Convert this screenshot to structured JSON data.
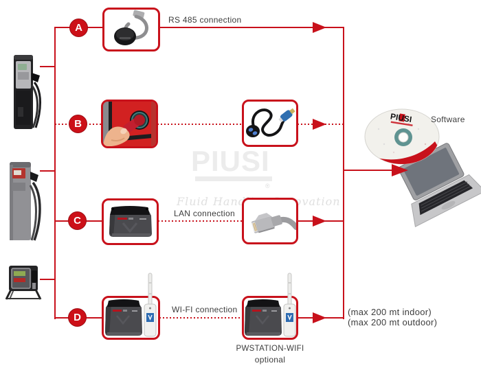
{
  "colors": {
    "accent": "#c8111b",
    "text": "#3c3c3c",
    "watermark": "#ececec"
  },
  "watermark": {
    "brand": "PIUSI",
    "registered": "®",
    "tagline": "Fluid Handling Innovation"
  },
  "rows": [
    {
      "letter": "A",
      "label": "RS 485 connection"
    },
    {
      "letter": "B",
      "label": ""
    },
    {
      "letter": "C",
      "label": "LAN connection"
    },
    {
      "letter": "D",
      "label": "WI-FI connection"
    }
  ],
  "wifi_station": {
    "name": "PWSTATION-WIFI",
    "note": "optional"
  },
  "output": {
    "software_label": "Software",
    "cd_brand": "PIUSI",
    "notes": [
      "(max 200 mt indoor)",
      "(max 200 mt outdoor)"
    ]
  }
}
